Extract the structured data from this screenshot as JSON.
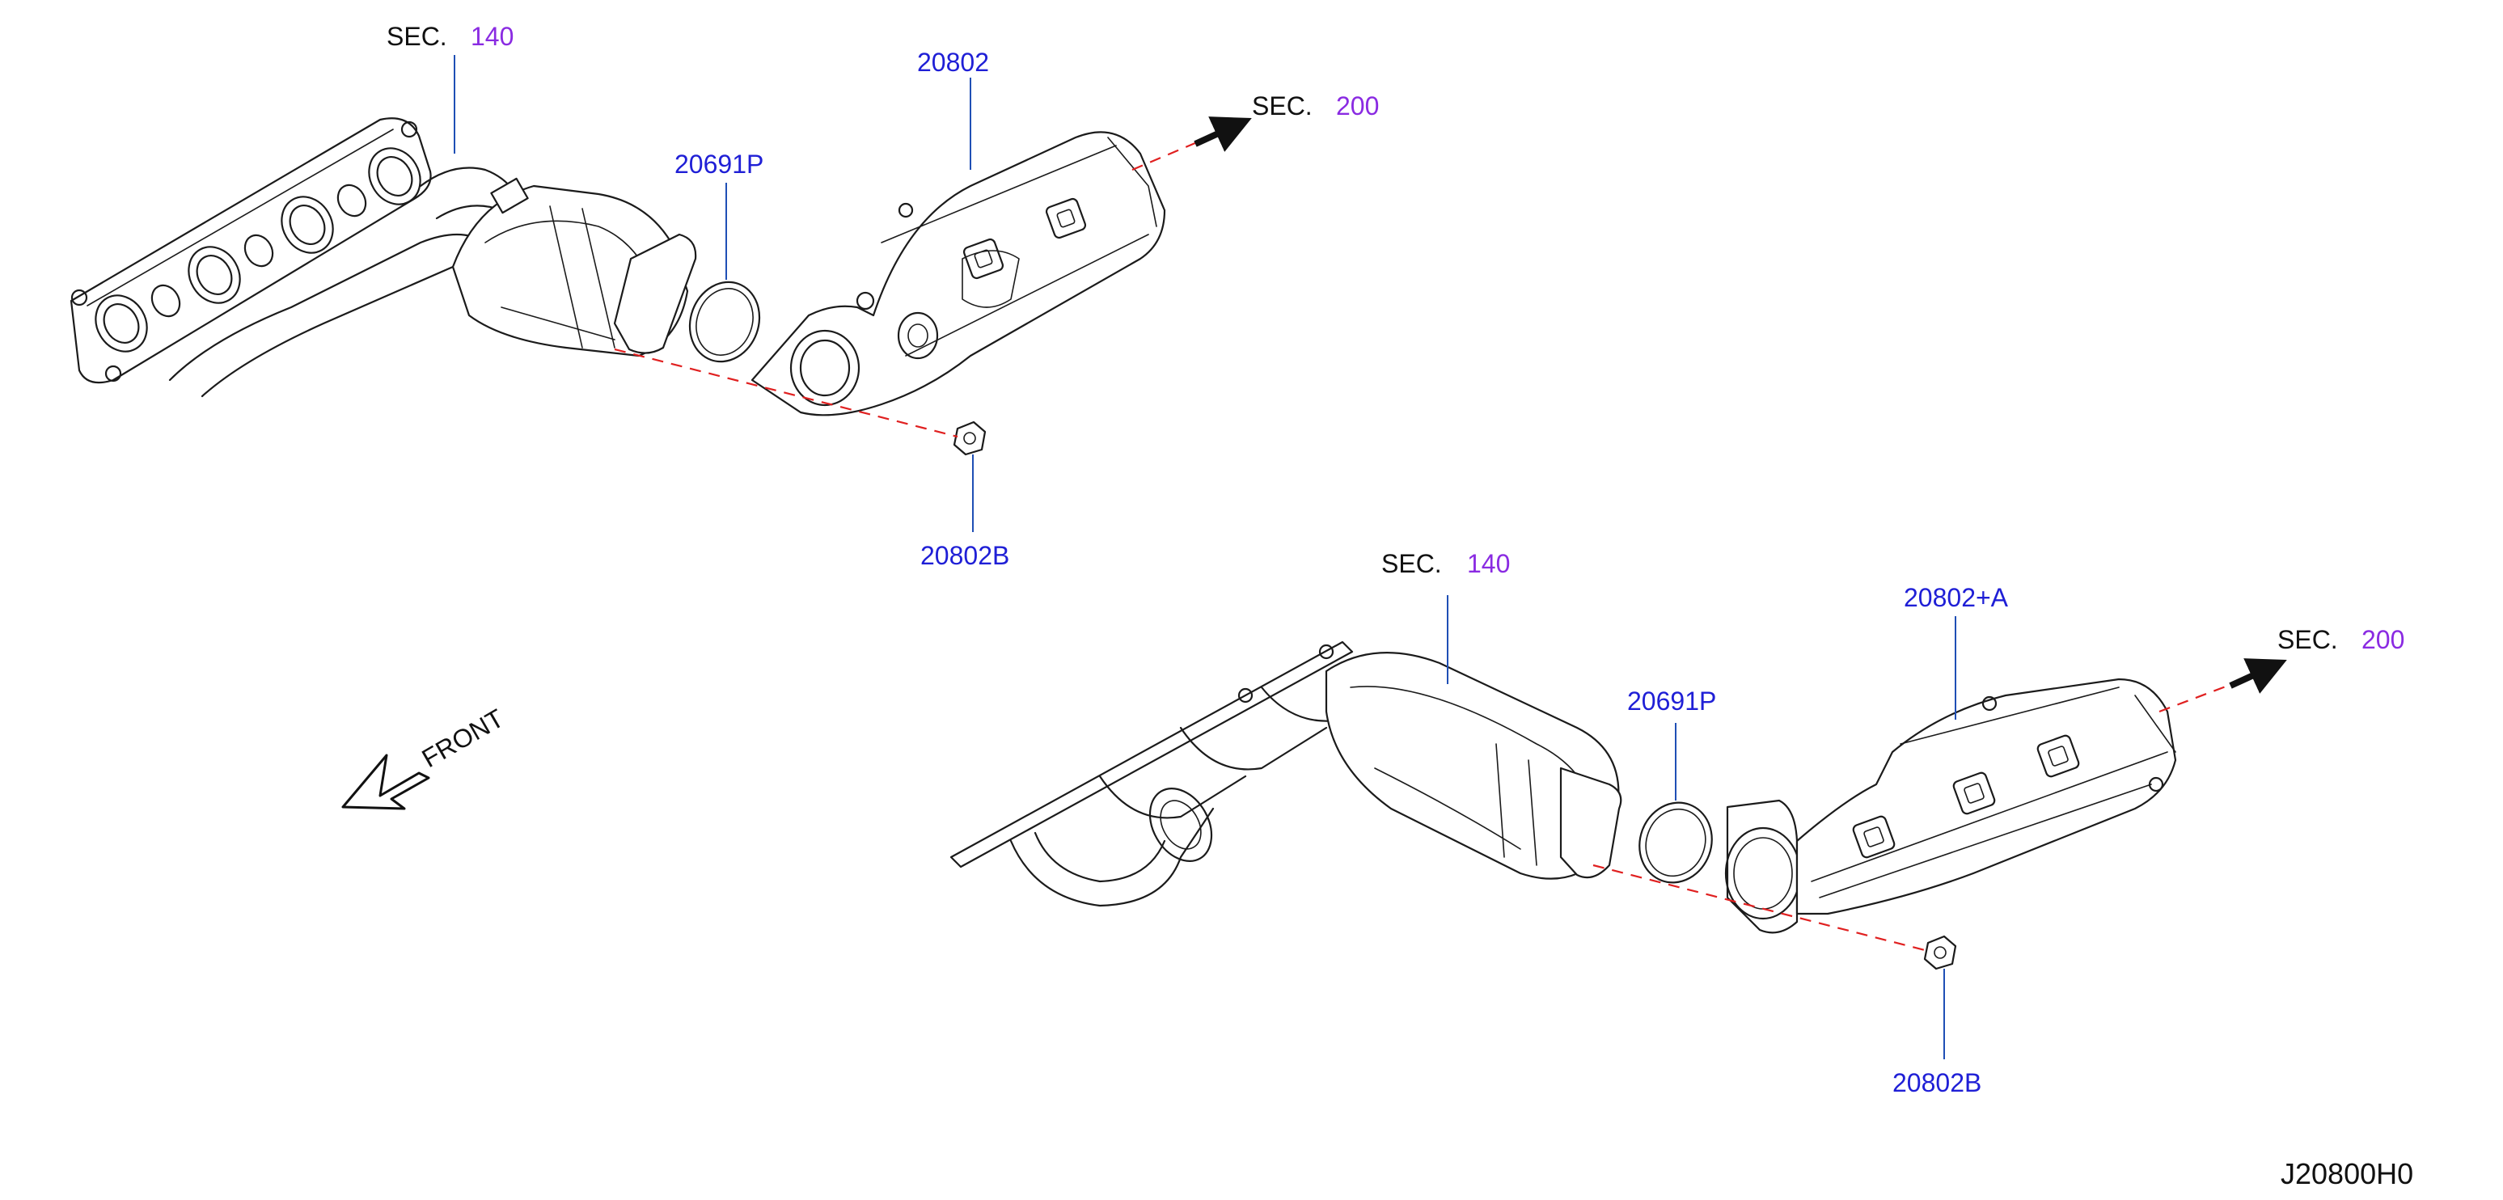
{
  "diagram_code": "J20800H0",
  "front_label": "FRONT",
  "sections": [
    {
      "prefix": "SEC.",
      "number": "140"
    },
    {
      "prefix": "SEC.",
      "number": "200"
    },
    {
      "prefix": "SEC.",
      "number": "140"
    },
    {
      "prefix": "SEC.",
      "number": "200"
    }
  ],
  "parts": [
    {
      "code": "20802"
    },
    {
      "code": "20691P"
    },
    {
      "code": "20802B"
    },
    {
      "code": "20802+A"
    },
    {
      "code": "20691P"
    },
    {
      "code": "20802B"
    }
  ],
  "colors": {
    "part_code": "#1f1fd6",
    "section_number": "#8a2be2",
    "centerline": "#e02020",
    "leader": "#1f4fb5"
  }
}
